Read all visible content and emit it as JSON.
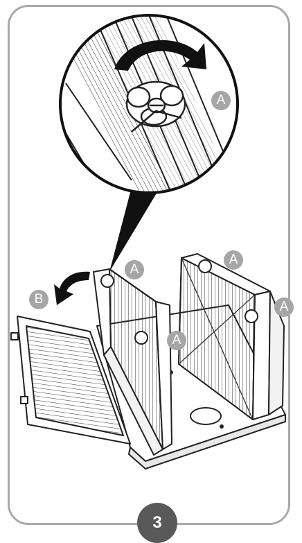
{
  "step": {
    "number": "3"
  },
  "callouts": {
    "a": "A",
    "b": "B"
  },
  "colors": {
    "frame_border": "#a9a9a9",
    "callout_fill": "#a6a6a6",
    "step_badge_fill": "#595959",
    "line": "#222222"
  }
}
